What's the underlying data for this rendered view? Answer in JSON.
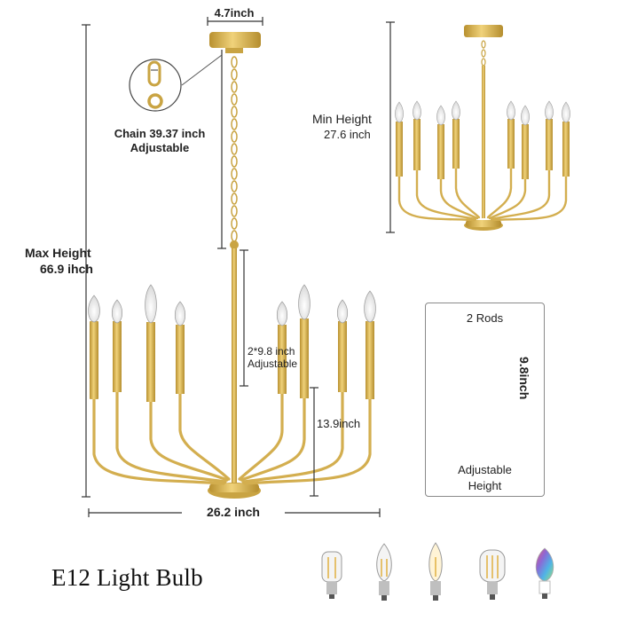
{
  "labels": {
    "top_width": "4.7inch",
    "chain_line1": "Chain 39.37 inch",
    "chain_line2": "Adjustable",
    "max_height_line1": "Max Height",
    "max_height_line2": "66.9 ihch",
    "rod_line1": "2*9.8 inch",
    "rod_line2": "Adjustable",
    "arm_height": "13.9inch",
    "width": "26.2 inch",
    "min_height_line1": "Min Height",
    "min_height_line2": "27.6 inch"
  },
  "rods_panel": {
    "title": "2 Rods",
    "length": "9.8inch",
    "caption_line1": "Adjustable",
    "caption_line2": "Height"
  },
  "bulbs": {
    "title": "E12 Light Bulb",
    "items": [
      "tubular-led-bulb-icon",
      "candle-led-bulb-icon",
      "flame-tip-bulb-icon",
      "edison-led-bulb-icon",
      "rgb-color-bulb-icon"
    ]
  },
  "colors": {
    "gold": "#d8b451",
    "gold_dark": "#b48d2e",
    "dim_line": "#333333"
  }
}
